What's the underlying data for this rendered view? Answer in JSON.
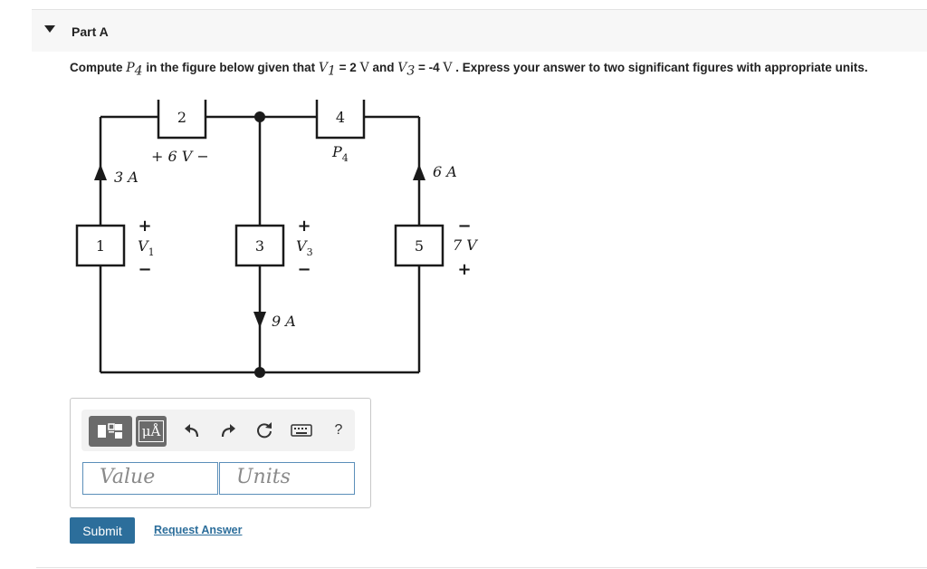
{
  "part": {
    "title": "Part A"
  },
  "question": {
    "t1": "Compute ",
    "p4_sym": "P",
    "p4_sub": "4",
    "t2": " in the figure below given that ",
    "v1_sym": "V",
    "v1_sub": "1",
    "t3": " = 2 ",
    "unit_v_a": "V",
    "t4": " and ",
    "v3_sym": "V",
    "v3_sub": "3",
    "t5": " = -4 ",
    "unit_v_b": "V",
    "t6": " . Express your answer to two significant figures with appropriate units."
  },
  "circuit": {
    "e1": "1",
    "e2": "2",
    "e3": "3",
    "e4": "4",
    "e5": "5",
    "label_6v": "+ 6 V −",
    "label_p4": "P",
    "label_p4_sub": "4",
    "label_3a": "3 A",
    "label_6a": "6 A",
    "label_9a": "9 A",
    "label_7v": "7 V",
    "v1": "V",
    "v1_sub": "1",
    "v3": "V",
    "v3_sub": "3",
    "plus": "+",
    "minus": "−"
  },
  "toolbar": {
    "units_label": "μÅ",
    "help_label": "?",
    "icons": [
      "templates-icon",
      "units-icon",
      "undo-icon",
      "redo-icon",
      "reset-icon",
      "keyboard-icon",
      "help-icon"
    ]
  },
  "answer": {
    "value_placeholder": "Value",
    "units_placeholder": "Units"
  },
  "actions": {
    "submit_label": "Submit",
    "request_label": "Request Answer"
  },
  "colors": {
    "accent": "#2c6e9b",
    "header_bg": "#f7f7f7",
    "input_border": "#5b8fb9",
    "toolbar_btn": "#6b6b6b"
  }
}
